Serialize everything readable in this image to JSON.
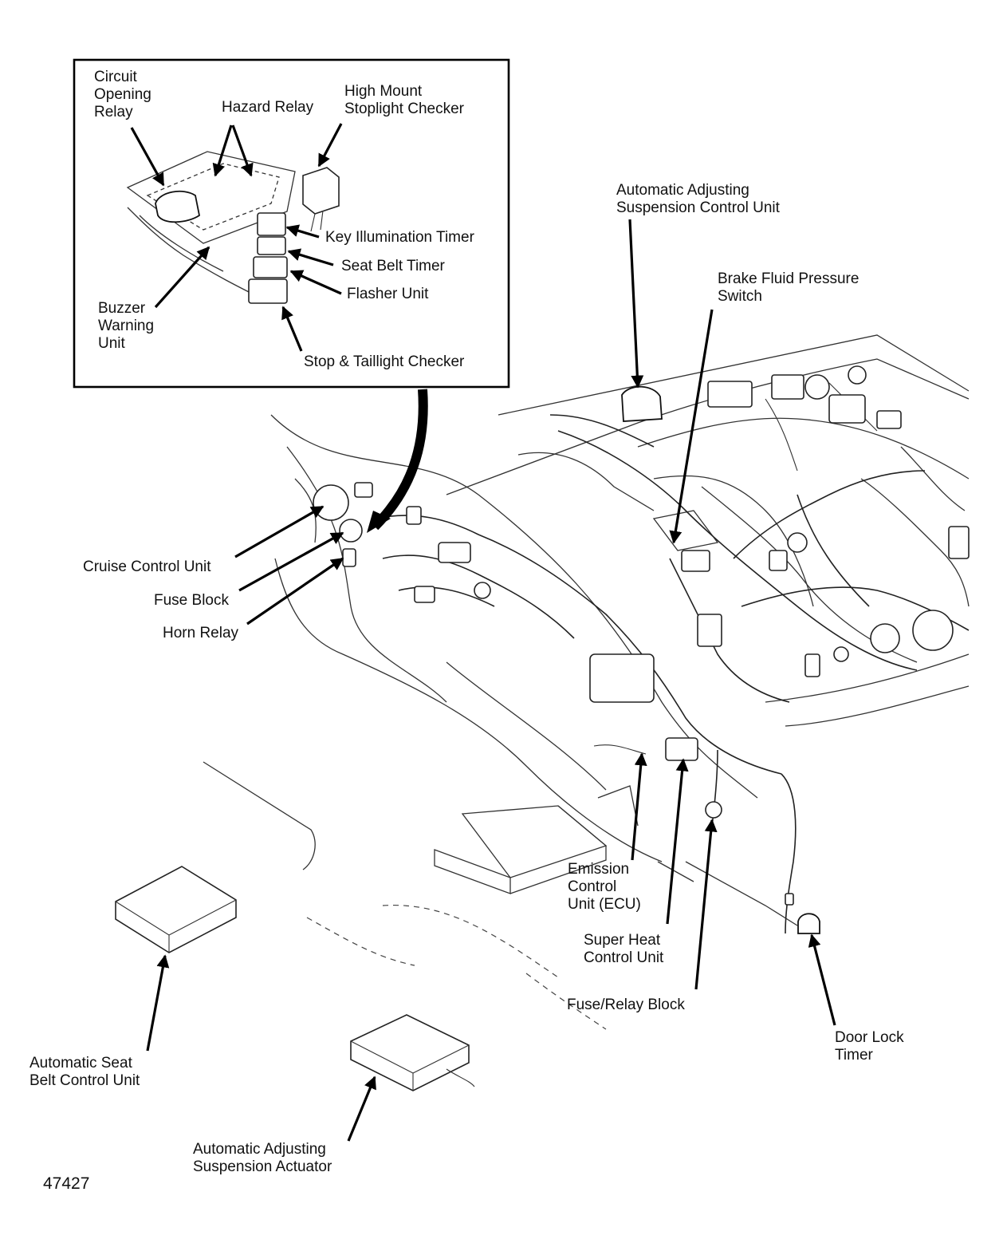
{
  "inset": {
    "labels": {
      "circuit_opening_relay": "Circuit\nOpening\nRelay",
      "hazard_relay": "Hazard Relay",
      "high_mount_stoplight_checker": "High Mount\nStoplight Checker",
      "key_illumination_timer": "Key Illumination Timer",
      "seat_belt_timer": "Seat Belt Timer",
      "flasher_unit": "Flasher Unit",
      "buzzer_warning_unit": "Buzzer\nWarning\nUnit",
      "stop_taillight_checker": "Stop & Taillight Checker"
    }
  },
  "labels": {
    "automatic_adjusting_suspension_control_unit": "Automatic Adjusting\nSuspension Control Unit",
    "brake_fluid_pressure_switch": "Brake Fluid Pressure\nSwitch",
    "cruise_control_unit": "Cruise Control Unit",
    "fuse_block": "Fuse Block",
    "horn_relay": "Horn Relay",
    "emission_control_unit": "Emission\nControl\nUnit (ECU)",
    "super_heat_control_unit": "Super Heat\nControl Unit",
    "fuse_relay_block": "Fuse/Relay Block",
    "door_lock_timer": "Door Lock\nTimer",
    "automatic_seat_belt_control_unit": "Automatic Seat\nBelt Control Unit",
    "automatic_adjusting_suspension_actuator": "Automatic Adjusting\nSuspension Actuator"
  },
  "figure_number": "47427"
}
